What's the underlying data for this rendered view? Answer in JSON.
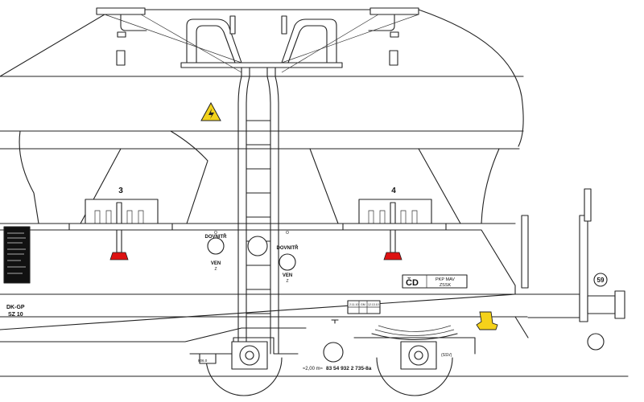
{
  "hopper_numbers": {
    "left": "3",
    "right": "4"
  },
  "valve_labels": {
    "left": {
      "top": "O",
      "inside": "DOVNITŘ",
      "outside": "VEN",
      "bottom": "Z"
    },
    "right": {
      "top": "O",
      "inside": "DOVNITŘ",
      "outside": "VEN",
      "bottom": "Z"
    }
  },
  "owner_plate": {
    "mark": "ČD",
    "line1": "PKP  MAV",
    "line2": "ZSSK"
  },
  "left_markings": {
    "line1": "DK-GP",
    "line2": "SZ 10"
  },
  "wagon_number": "83 54 932 2 735-8a",
  "dimension_note": "≈2,00 m≈",
  "badge_number": "59",
  "tag_left": "806.0",
  "tag_right": "(SSV)",
  "revision_table": {
    "row1_a": "GM",
    "row1_b": "2.11.10",
    "row1_c": "12.13.10"
  },
  "colors": {
    "valve": "#dd1111",
    "coupler": "#f5d21a",
    "warning": "#f2d21b"
  },
  "icons": [
    "electric-warning-icon",
    "revision-grid-icon"
  ]
}
